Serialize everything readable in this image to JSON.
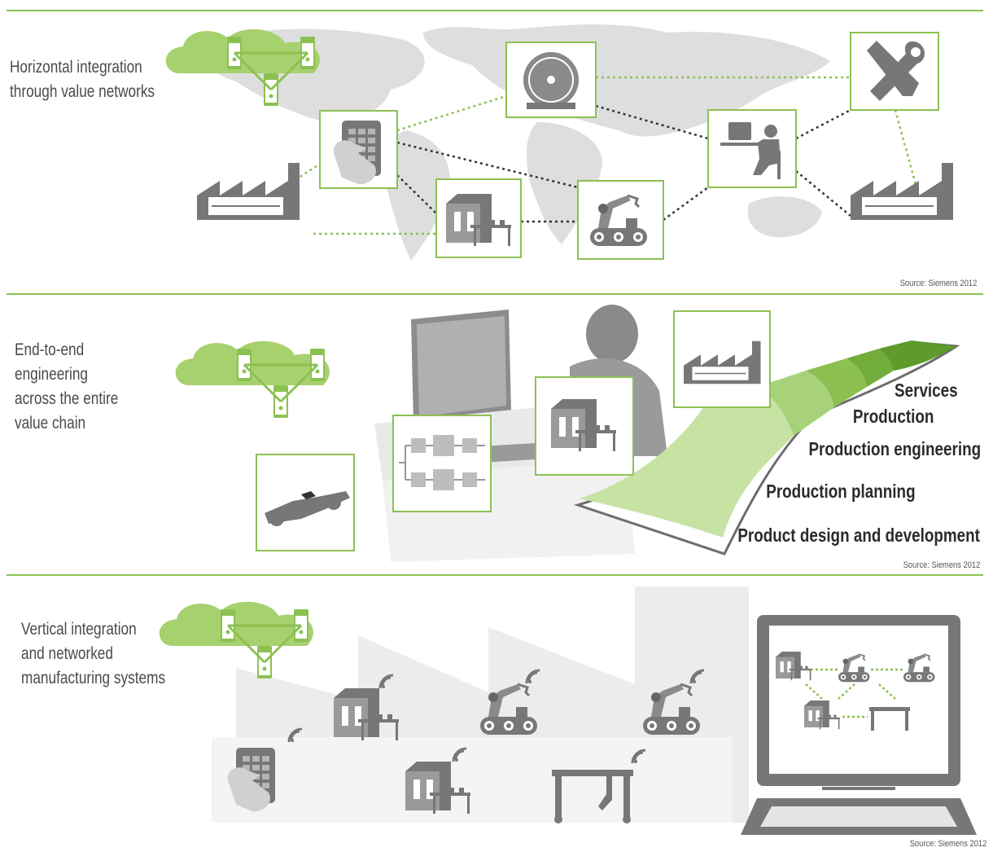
{
  "panels": [
    {
      "title": "Horizontal integration\nthrough value networks",
      "source": "Source: Siemens 2012",
      "icons": [
        "cloud-servers-icon",
        "tablet-icon",
        "machine-icon",
        "saw-blade-icon",
        "robot-arm-icon",
        "worker-at-desk-icon",
        "tools-icon",
        "factory-icon",
        "world-map-icon"
      ]
    },
    {
      "title": "End-to-end\nengineering\nacross the entire\nvalue chain",
      "source": "Source: Siemens 2012",
      "stages": [
        "Services",
        "Production",
        "Production engineering",
        "Production planning",
        "Product design and development"
      ],
      "icons": [
        "cloud-servers-icon",
        "race-car-icon",
        "flowchart-icon",
        "machine-icon",
        "factory-icon",
        "engineer-at-monitor-icon"
      ]
    },
    {
      "title": "Vertical integration\nand networked\nmanufacturing systems",
      "source": "Source: Siemens 2012",
      "icons": [
        "cloud-servers-icon",
        "tablet-icon",
        "machine-icon",
        "robot-arm-icon",
        "gantry-robot-icon",
        "wifi-icon",
        "laptop-icon"
      ]
    }
  ],
  "colors": {
    "accent": "#8cc152",
    "accent_light": "#c6e3a4",
    "gray": "#7d7d7d",
    "light_gray": "#dcdcdc"
  }
}
